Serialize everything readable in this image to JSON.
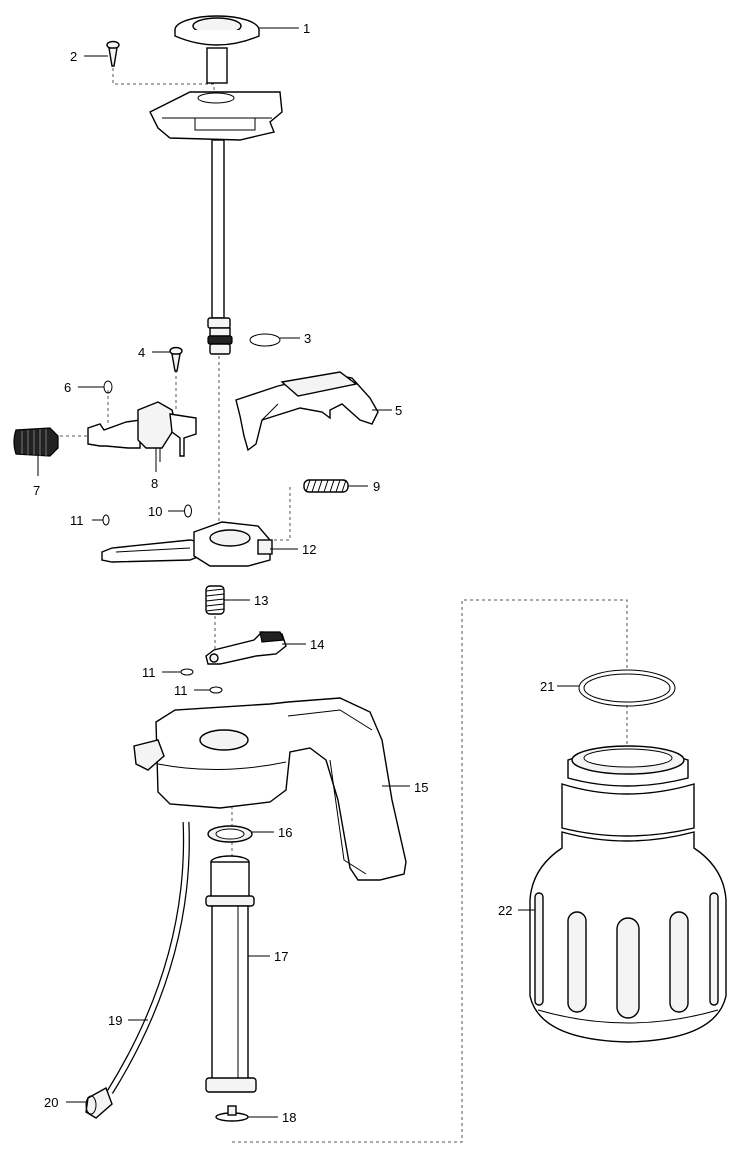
{
  "callouts": [
    {
      "id": "1",
      "text": "1"
    },
    {
      "id": "2",
      "text": "2"
    },
    {
      "id": "3",
      "text": "3"
    },
    {
      "id": "4",
      "text": "4"
    },
    {
      "id": "5",
      "text": "5"
    },
    {
      "id": "6",
      "text": "6"
    },
    {
      "id": "7",
      "text": "7"
    },
    {
      "id": "8",
      "text": "8"
    },
    {
      "id": "9",
      "text": "9"
    },
    {
      "id": "10",
      "text": "10"
    },
    {
      "id": "11a",
      "text": "11"
    },
    {
      "id": "11b",
      "text": "11"
    },
    {
      "id": "11c",
      "text": "11"
    },
    {
      "id": "12",
      "text": "12"
    },
    {
      "id": "13",
      "text": "13"
    },
    {
      "id": "14",
      "text": "14"
    },
    {
      "id": "15",
      "text": "15"
    },
    {
      "id": "16",
      "text": "16"
    },
    {
      "id": "17",
      "text": "17"
    },
    {
      "id": "18",
      "text": "18"
    },
    {
      "id": "19",
      "text": "19"
    },
    {
      "id": "20",
      "text": "20"
    },
    {
      "id": "21",
      "text": "21"
    },
    {
      "id": "22",
      "text": "22"
    }
  ]
}
